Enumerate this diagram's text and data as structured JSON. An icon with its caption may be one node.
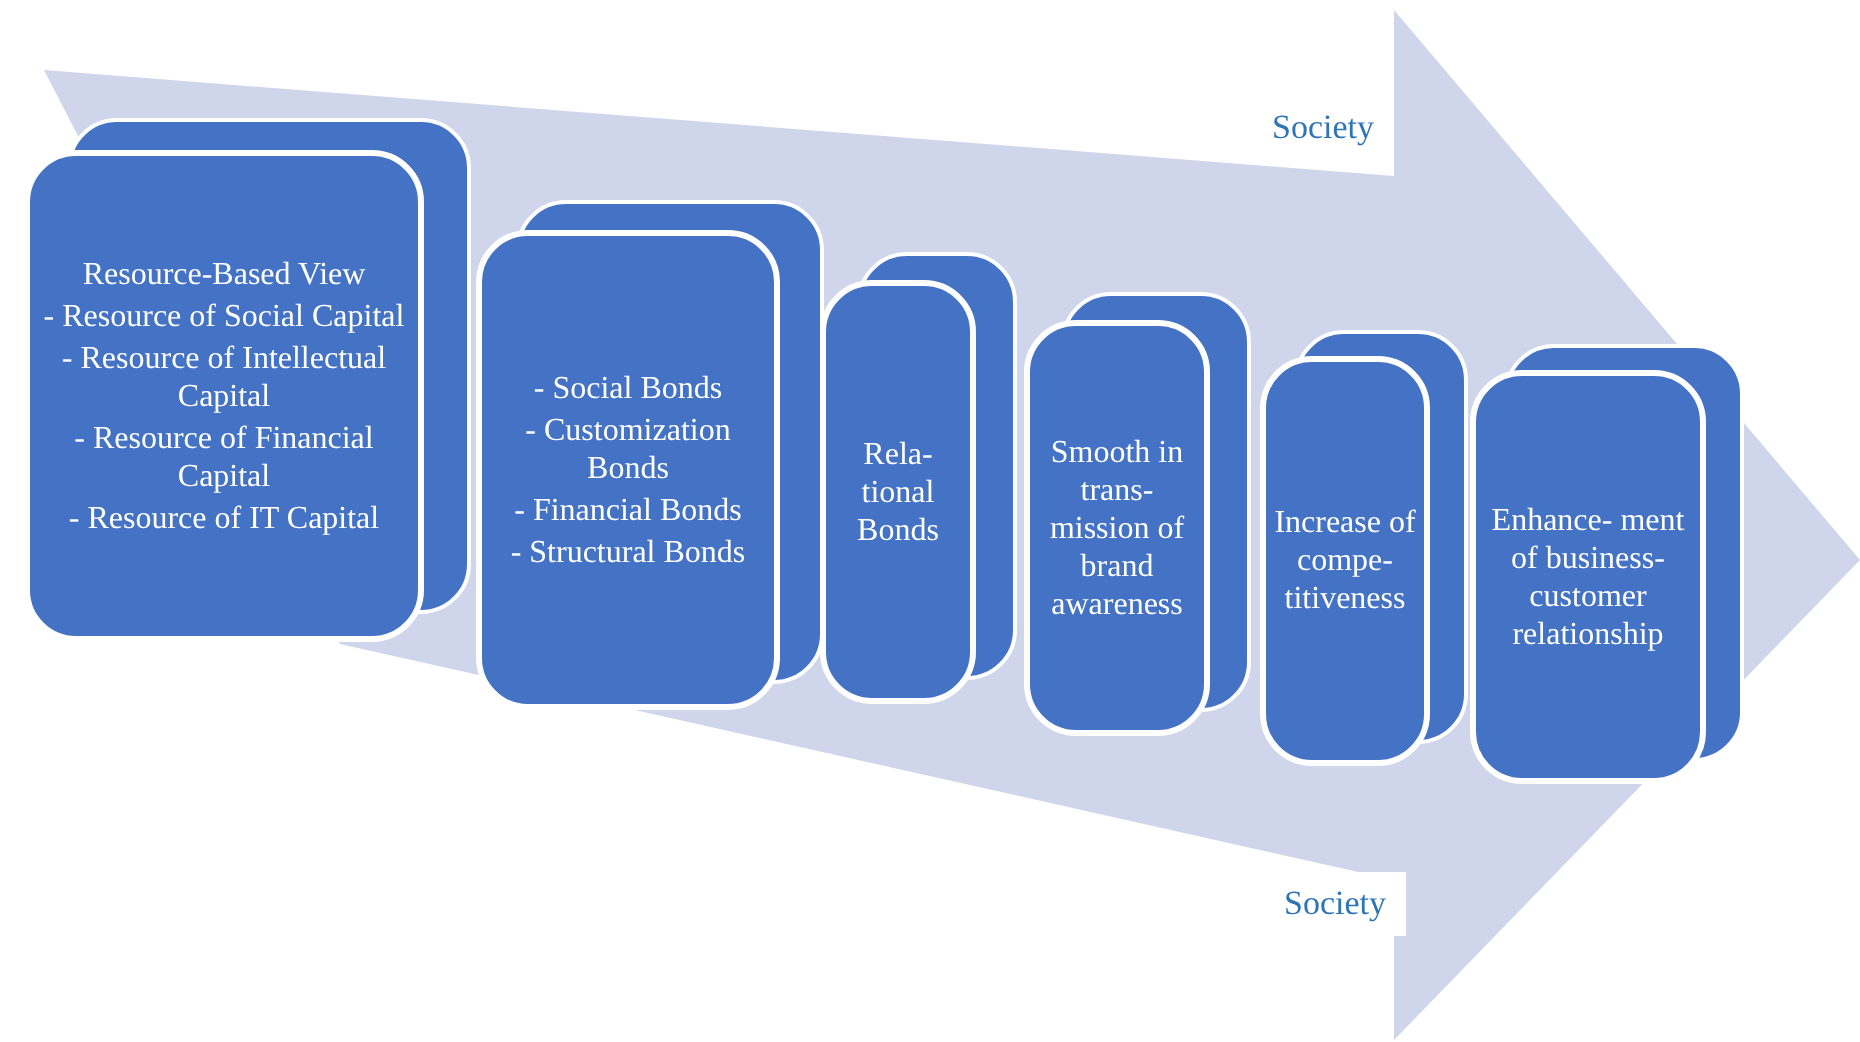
{
  "diagram": {
    "nodes": [
      {
        "text": [
          "Resource-Based View",
          "- Resource of Social Capital",
          "- Resource of Intellectual Capital",
          "- Resource of Financial Capital",
          "- Resource of IT Capital"
        ]
      },
      {
        "text": [
          "- Social Bonds",
          "- Customization Bonds",
          "- Financial Bonds",
          "- Structural Bonds"
        ]
      },
      {
        "text": [
          "Rela- tional Bonds"
        ]
      },
      {
        "text": [
          "Smooth in trans- mission of brand awareness"
        ]
      },
      {
        "text": [
          "Increase of compe- titiveness"
        ]
      },
      {
        "text": [
          "Enhance- ment of business- customer relationship"
        ]
      }
    ],
    "labels": [
      "Society",
      "Society"
    ]
  }
}
